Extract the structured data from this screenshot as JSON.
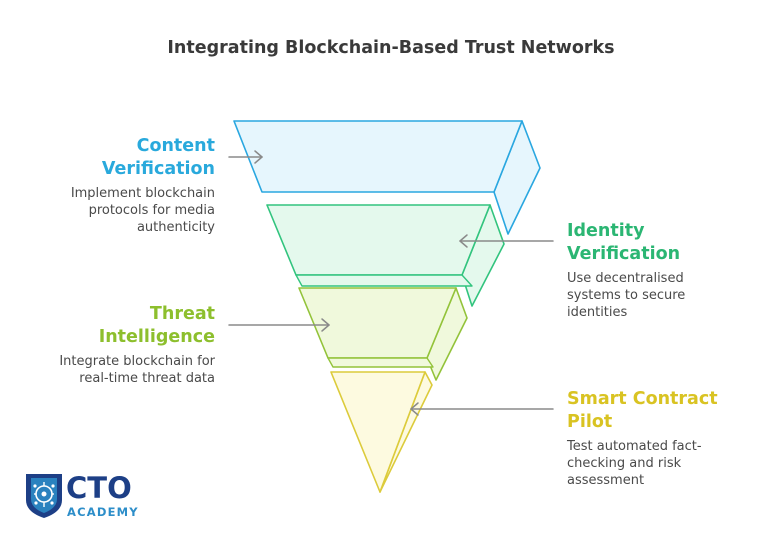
{
  "title": "Integrating Blockchain-Based Trust Networks",
  "stages": [
    {
      "heading_line1": "Content",
      "heading_line2": "Verification",
      "description_line1": "Implement blockchain",
      "description_line2": "protocols for media",
      "description_line3": "authenticity",
      "color": "#29a9dc",
      "fill": "#e6f6fd",
      "stroke": "#2aa7e0"
    },
    {
      "heading_line1": "Identity",
      "heading_line2": "Verification",
      "description_line1": "Use decentralised",
      "description_line2": "systems to secure",
      "description_line3": "identities",
      "color": "#2bb673",
      "fill": "#e4f9ed",
      "stroke": "#32c47e"
    },
    {
      "heading_line1": "Threat",
      "heading_line2": "Intelligence",
      "description_line1": "Integrate blockchain for",
      "description_line2": "real-time threat data",
      "color": "#8dbf2d",
      "fill": "#f0f9dc",
      "stroke": "#93c33a"
    },
    {
      "heading_line1": "Smart Contract",
      "heading_line2": "Pilot",
      "description_line1": "Test automated fact-",
      "description_line2": "checking and risk",
      "description_line3": "assessment",
      "color": "#d9c322",
      "fill": "#fdfae0",
      "stroke": "#dccb3b"
    }
  ],
  "logo": {
    "name": "CTO",
    "subtitle": "ACADEMY",
    "primary_color": "#1d3f86",
    "accent_color": "#2d8ec9"
  }
}
